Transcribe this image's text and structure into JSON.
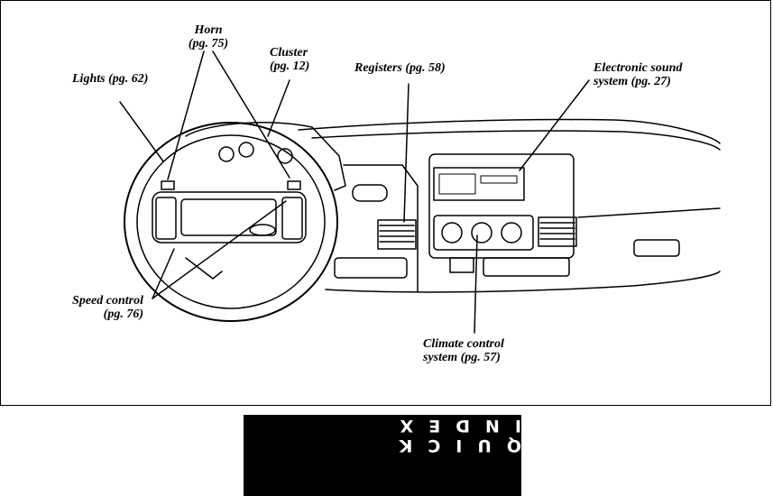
{
  "labels": {
    "horn": {
      "name": "Horn",
      "page": "(pg. 75)"
    },
    "cluster": {
      "name": "Cluster",
      "page": "(pg. 12)"
    },
    "lights": {
      "text": "Lights  (pg. 62)"
    },
    "registers": {
      "text": "Registers  (pg. 58)"
    },
    "sound": {
      "line1": "Electronic sound",
      "line2": "system  (pg. 27)"
    },
    "speed": {
      "line1": "Speed control",
      "line2": "(pg. 76)"
    },
    "climate": {
      "line1": "Climate control",
      "line2": "system  (pg. 57)"
    }
  },
  "tab": {
    "text": "QUICK INDEX"
  },
  "colors": {
    "ink": "#000000",
    "paper": "#ffffff",
    "tab": "#000000"
  }
}
